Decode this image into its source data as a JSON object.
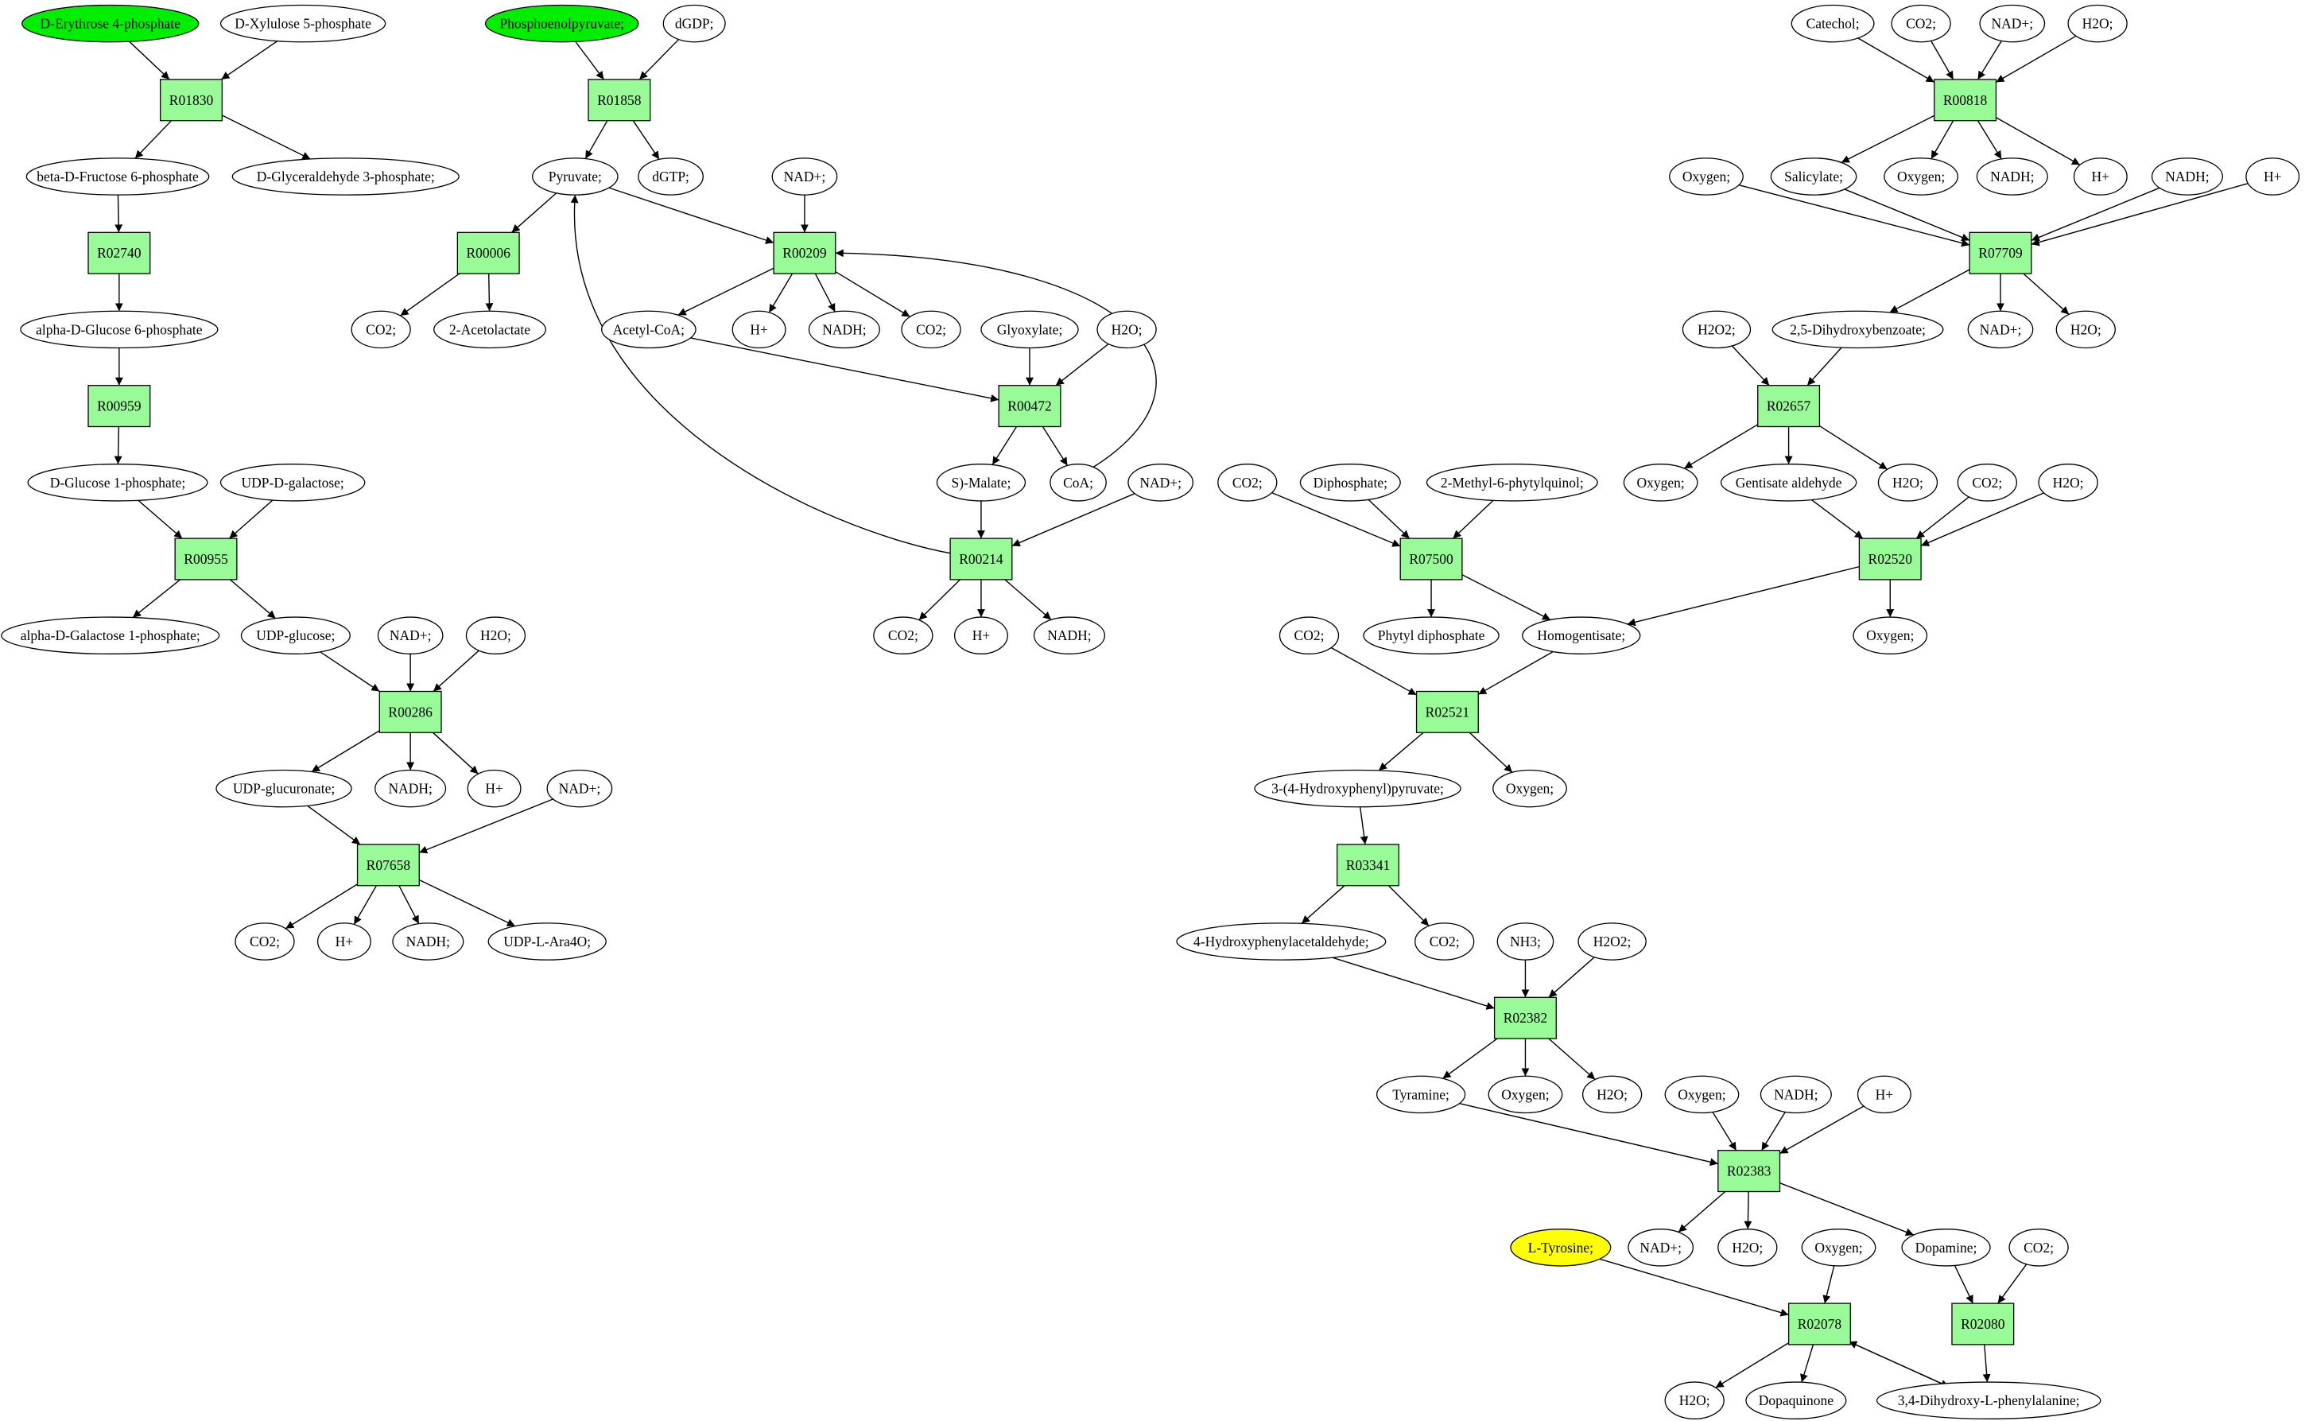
{
  "colors": {
    "reaction_fill": "#98fb98",
    "start_metabolite_fill": "#00ee00",
    "target_metabolite_fill": "#ffff00",
    "metabolite_fill": "#ffffff",
    "stroke": "#000000"
  },
  "reactions": [
    {
      "id": "r01830",
      "label": "R01830"
    },
    {
      "id": "r02740",
      "label": "R02740"
    },
    {
      "id": "r00959",
      "label": "R00959"
    },
    {
      "id": "r00955",
      "label": "R00955"
    },
    {
      "id": "r00286",
      "label": "R00286"
    },
    {
      "id": "r07658",
      "label": "R07658"
    },
    {
      "id": "r01858",
      "label": "R01858"
    },
    {
      "id": "r00006",
      "label": "R00006"
    },
    {
      "id": "r00209",
      "label": "R00209"
    },
    {
      "id": "r00472",
      "label": "R00472"
    },
    {
      "id": "r00214",
      "label": "R00214"
    },
    {
      "id": "r00818",
      "label": "R00818"
    },
    {
      "id": "r07709",
      "label": "R07709"
    },
    {
      "id": "r02657",
      "label": "R02657"
    },
    {
      "id": "r02520",
      "label": "R02520"
    },
    {
      "id": "r07500",
      "label": "R07500"
    },
    {
      "id": "r02521",
      "label": "R02521"
    },
    {
      "id": "r03341",
      "label": "R03341"
    },
    {
      "id": "r02382",
      "label": "R02382"
    },
    {
      "id": "r02383",
      "label": "R02383"
    },
    {
      "id": "r02078",
      "label": "R02078"
    },
    {
      "id": "r02080",
      "label": "R02080"
    }
  ],
  "metabolites": [
    {
      "id": "m_erythrose4p",
      "label": "D-Erythrose 4-phosphate",
      "role": "start"
    },
    {
      "id": "m_xylulose5p",
      "label": "D-Xylulose 5-phosphate"
    },
    {
      "id": "m_fructose6p",
      "label": "beta-D-Fructose 6-phosphate"
    },
    {
      "id": "m_g3p",
      "label": "D-Glyceraldehyde 3-phosphate;"
    },
    {
      "id": "m_aglucose6p",
      "label": "alpha-D-Glucose 6-phosphate"
    },
    {
      "id": "m_glucose1p",
      "label": "D-Glucose 1-phosphate;"
    },
    {
      "id": "m_udpgalactose",
      "label": "UDP-D-galactose;"
    },
    {
      "id": "m_agalactose1p",
      "label": "alpha-D-Galactose 1-phosphate;"
    },
    {
      "id": "m_udpglucose",
      "label": "UDP-glucose;"
    },
    {
      "id": "m_nad_286",
      "label": "NAD+;"
    },
    {
      "id": "m_h2o_286",
      "label": "H2O;"
    },
    {
      "id": "m_udpglucuronate",
      "label": "UDP-glucuronate;"
    },
    {
      "id": "m_nadh_286",
      "label": "NADH;"
    },
    {
      "id": "m_h_286",
      "label": "H+"
    },
    {
      "id": "m_nad_7658",
      "label": "NAD+;"
    },
    {
      "id": "m_co2_7658",
      "label": "CO2;"
    },
    {
      "id": "m_h_7658",
      "label": "H+"
    },
    {
      "id": "m_nadh_7658",
      "label": "NADH;"
    },
    {
      "id": "m_udpara",
      "label": "UDP-L-Ara4O;"
    },
    {
      "id": "m_pep",
      "label": "Phosphoenolpyruvate;",
      "role": "start"
    },
    {
      "id": "m_dgdp",
      "label": "dGDP;"
    },
    {
      "id": "m_pyruvate",
      "label": "Pyruvate;"
    },
    {
      "id": "m_dgtp",
      "label": "dGTP;"
    },
    {
      "id": "m_nad_209",
      "label": "NAD+;"
    },
    {
      "id": "m_co2_006",
      "label": "CO2;"
    },
    {
      "id": "m_acetolactate",
      "label": "2-Acetolactate"
    },
    {
      "id": "m_acetylcoa",
      "label": "Acetyl-CoA;"
    },
    {
      "id": "m_h_209",
      "label": "H+"
    },
    {
      "id": "m_nadh_209",
      "label": "NADH;"
    },
    {
      "id": "m_co2_209",
      "label": "CO2;"
    },
    {
      "id": "m_glyoxylate",
      "label": "Glyoxylate;"
    },
    {
      "id": "m_h2o_472",
      "label": "H2O;"
    },
    {
      "id": "m_malate",
      "label": "S)-Malate;"
    },
    {
      "id": "m_coa",
      "label": "CoA;"
    },
    {
      "id": "m_nad_214",
      "label": "NAD+;"
    },
    {
      "id": "m_co2_214",
      "label": "CO2;"
    },
    {
      "id": "m_h_214",
      "label": "H+"
    },
    {
      "id": "m_nadh_214",
      "label": "NADH;"
    },
    {
      "id": "m_catechol",
      "label": "Catechol;"
    },
    {
      "id": "m_co2_818",
      "label": "CO2;"
    },
    {
      "id": "m_nad_818",
      "label": "NAD+;"
    },
    {
      "id": "m_h2o_818",
      "label": "H2O;"
    },
    {
      "id": "m_oxygen_7709",
      "label": "Oxygen;"
    },
    {
      "id": "m_salicylate",
      "label": "Salicylate;"
    },
    {
      "id": "m_oxygen_818",
      "label": "Oxygen;"
    },
    {
      "id": "m_nadh_818",
      "label": "NADH;"
    },
    {
      "id": "m_h_818",
      "label": "H+"
    },
    {
      "id": "m_nadh_7709",
      "label": "NADH;"
    },
    {
      "id": "m_h_7709",
      "label": "H+"
    },
    {
      "id": "m_h2o2_2657",
      "label": "H2O2;"
    },
    {
      "id": "m_dhb",
      "label": "2,5-Dihydroxybenzoate;"
    },
    {
      "id": "m_nad_7709",
      "label": "NAD+;"
    },
    {
      "id": "m_h2o_7709",
      "label": "H2O;"
    },
    {
      "id": "m_oxygen_2657",
      "label": "Oxygen;"
    },
    {
      "id": "m_gentisald",
      "label": "Gentisate aldehyde"
    },
    {
      "id": "m_h2o_2657",
      "label": "H2O;"
    },
    {
      "id": "m_co2_2520",
      "label": "CO2;"
    },
    {
      "id": "m_h2o_2520",
      "label": "H2O;"
    },
    {
      "id": "m_oxygen_2520",
      "label": "Oxygen;"
    },
    {
      "id": "m_co2_7500",
      "label": "CO2;"
    },
    {
      "id": "m_diphosphate",
      "label": "Diphosphate;"
    },
    {
      "id": "m_mpq",
      "label": "2-Methyl-6-phytylquinol;"
    },
    {
      "id": "m_phytyldp",
      "label": "Phytyl diphosphate"
    },
    {
      "id": "m_homogentisate",
      "label": "Homogentisate;"
    },
    {
      "id": "m_co2_2521",
      "label": "CO2;"
    },
    {
      "id": "m_hpp",
      "label": "3-(4-Hydroxyphenyl)pyruvate;"
    },
    {
      "id": "m_oxygen_2521",
      "label": "Oxygen;"
    },
    {
      "id": "m_hpa",
      "label": "4-Hydroxyphenylacetaldehyde;"
    },
    {
      "id": "m_co2_3341",
      "label": "CO2;"
    },
    {
      "id": "m_nh3",
      "label": "NH3;"
    },
    {
      "id": "m_h2o2_2382",
      "label": "H2O2;"
    },
    {
      "id": "m_tyramine",
      "label": "Tyramine;"
    },
    {
      "id": "m_oxygen_2382",
      "label": "Oxygen;"
    },
    {
      "id": "m_h2o_2382",
      "label": "H2O;"
    },
    {
      "id": "m_oxygen_2383",
      "label": "Oxygen;"
    },
    {
      "id": "m_nadh_2383",
      "label": "NADH;"
    },
    {
      "id": "m_h_2383",
      "label": "H+"
    },
    {
      "id": "m_nad_2383",
      "label": "NAD+;"
    },
    {
      "id": "m_h2o_2383",
      "label": "H2O;"
    },
    {
      "id": "m_dopamine",
      "label": "Dopamine;"
    },
    {
      "id": "m_tyrosine",
      "label": "L-Tyrosine;",
      "role": "target"
    },
    {
      "id": "m_oxygen_2078",
      "label": "Oxygen;"
    },
    {
      "id": "m_co2_2080",
      "label": "CO2;"
    },
    {
      "id": "m_h2o_2078",
      "label": "H2O;"
    },
    {
      "id": "m_dopaquinone",
      "label": "Dopaquinone"
    },
    {
      "id": "m_ldopa",
      "label": "3,4-Dihydroxy-L-phenylalanine;"
    }
  ],
  "edges": [
    [
      "m_erythrose4p",
      "r01830"
    ],
    [
      "m_xylulose5p",
      "r01830"
    ],
    [
      "r01830",
      "m_fructose6p"
    ],
    [
      "r01830",
      "m_g3p"
    ],
    [
      "m_fructose6p",
      "r02740"
    ],
    [
      "r02740",
      "m_aglucose6p"
    ],
    [
      "m_aglucose6p",
      "r00959"
    ],
    [
      "r00959",
      "m_glucose1p"
    ],
    [
      "m_glucose1p",
      "r00955"
    ],
    [
      "m_udpgalactose",
      "r00955"
    ],
    [
      "r00955",
      "m_agalactose1p"
    ],
    [
      "r00955",
      "m_udpglucose"
    ],
    [
      "m_udpglucose",
      "r00286"
    ],
    [
      "m_nad_286",
      "r00286"
    ],
    [
      "m_h2o_286",
      "r00286"
    ],
    [
      "r00286",
      "m_udpglucuronate"
    ],
    [
      "r00286",
      "m_nadh_286"
    ],
    [
      "r00286",
      "m_h_286"
    ],
    [
      "m_udpglucuronate",
      "r07658"
    ],
    [
      "m_nad_7658",
      "r07658"
    ],
    [
      "r07658",
      "m_co2_7658"
    ],
    [
      "r07658",
      "m_h_7658"
    ],
    [
      "r07658",
      "m_nadh_7658"
    ],
    [
      "r07658",
      "m_udpara"
    ],
    [
      "m_pep",
      "r01858"
    ],
    [
      "m_dgdp",
      "r01858"
    ],
    [
      "r01858",
      "m_pyruvate"
    ],
    [
      "r01858",
      "m_dgtp"
    ],
    [
      "m_pyruvate",
      "r00006"
    ],
    [
      "r00006",
      "m_co2_006"
    ],
    [
      "r00006",
      "m_acetolactate"
    ],
    [
      "m_pyruvate",
      "r00209"
    ],
    [
      "m_nad_209",
      "r00209"
    ],
    [
      "r00209",
      "m_acetylcoa"
    ],
    [
      "r00209",
      "m_h_209"
    ],
    [
      "r00209",
      "m_nadh_209"
    ],
    [
      "r00209",
      "m_co2_209"
    ],
    [
      "m_acetylcoa",
      "r00472"
    ],
    [
      "m_glyoxylate",
      "r00472"
    ],
    [
      "m_h2o_472",
      "r00472"
    ],
    [
      "r00472",
      "m_malate"
    ],
    [
      "r00472",
      "m_coa"
    ],
    [
      "m_coa",
      "r00209",
      "curve"
    ],
    [
      "m_malate",
      "r00214"
    ],
    [
      "m_nad_214",
      "r00214"
    ],
    [
      "r00214",
      "m_co2_214"
    ],
    [
      "r00214",
      "m_h_214"
    ],
    [
      "r00214",
      "m_nadh_214"
    ],
    [
      "r00214",
      "m_pyruvate",
      "curve"
    ],
    [
      "m_catechol",
      "r00818"
    ],
    [
      "m_co2_818",
      "r00818"
    ],
    [
      "m_nad_818",
      "r00818"
    ],
    [
      "m_h2o_818",
      "r00818"
    ],
    [
      "r00818",
      "m_salicylate"
    ],
    [
      "r00818",
      "m_oxygen_818"
    ],
    [
      "r00818",
      "m_nadh_818"
    ],
    [
      "r00818",
      "m_h_818"
    ],
    [
      "m_oxygen_7709",
      "r07709"
    ],
    [
      "m_salicylate",
      "r07709"
    ],
    [
      "m_nadh_7709",
      "r07709"
    ],
    [
      "m_h_7709",
      "r07709"
    ],
    [
      "r07709",
      "m_dhb"
    ],
    [
      "r07709",
      "m_nad_7709"
    ],
    [
      "r07709",
      "m_h2o_7709"
    ],
    [
      "m_h2o2_2657",
      "r02657"
    ],
    [
      "m_dhb",
      "r02657"
    ],
    [
      "r02657",
      "m_oxygen_2657"
    ],
    [
      "r02657",
      "m_gentisald"
    ],
    [
      "r02657",
      "m_h2o_2657"
    ],
    [
      "m_gentisald",
      "r02520"
    ],
    [
      "m_co2_2520",
      "r02520"
    ],
    [
      "m_h2o_2520",
      "r02520"
    ],
    [
      "r02520",
      "m_homogentisate"
    ],
    [
      "r02520",
      "m_oxygen_2520"
    ],
    [
      "m_co2_7500",
      "r07500"
    ],
    [
      "m_diphosphate",
      "r07500"
    ],
    [
      "m_mpq",
      "r07500"
    ],
    [
      "r07500",
      "m_phytyldp"
    ],
    [
      "r07500",
      "m_homogentisate"
    ],
    [
      "m_co2_2521",
      "r02521"
    ],
    [
      "m_homogentisate",
      "r02521"
    ],
    [
      "r02521",
      "m_hpp"
    ],
    [
      "r02521",
      "m_oxygen_2521"
    ],
    [
      "m_hpp",
      "r03341"
    ],
    [
      "r03341",
      "m_hpa"
    ],
    [
      "r03341",
      "m_co2_3341"
    ],
    [
      "m_hpa",
      "r02382"
    ],
    [
      "m_nh3",
      "r02382"
    ],
    [
      "m_h2o2_2382",
      "r02382"
    ],
    [
      "r02382",
      "m_tyramine"
    ],
    [
      "r02382",
      "m_oxygen_2382"
    ],
    [
      "r02382",
      "m_h2o_2382"
    ],
    [
      "m_tyramine",
      "r02383"
    ],
    [
      "m_oxygen_2383",
      "r02383"
    ],
    [
      "m_nadh_2383",
      "r02383"
    ],
    [
      "m_h_2383",
      "r02383"
    ],
    [
      "r02383",
      "m_nad_2383"
    ],
    [
      "r02383",
      "m_h2o_2383"
    ],
    [
      "r02383",
      "m_dopamine"
    ],
    [
      "m_tyrosine",
      "r02078"
    ],
    [
      "m_oxygen_2078",
      "r02078"
    ],
    [
      "r02078",
      "m_h2o_2078"
    ],
    [
      "r02078",
      "m_dopaquinone"
    ],
    [
      "r02078",
      "m_ldopa",
      "parallel"
    ],
    [
      "m_ldopa",
      "r02078",
      "parallel"
    ],
    [
      "m_dopamine",
      "r02080"
    ],
    [
      "m_co2_2080",
      "r02080"
    ],
    [
      "r02080",
      "m_ldopa"
    ]
  ]
}
